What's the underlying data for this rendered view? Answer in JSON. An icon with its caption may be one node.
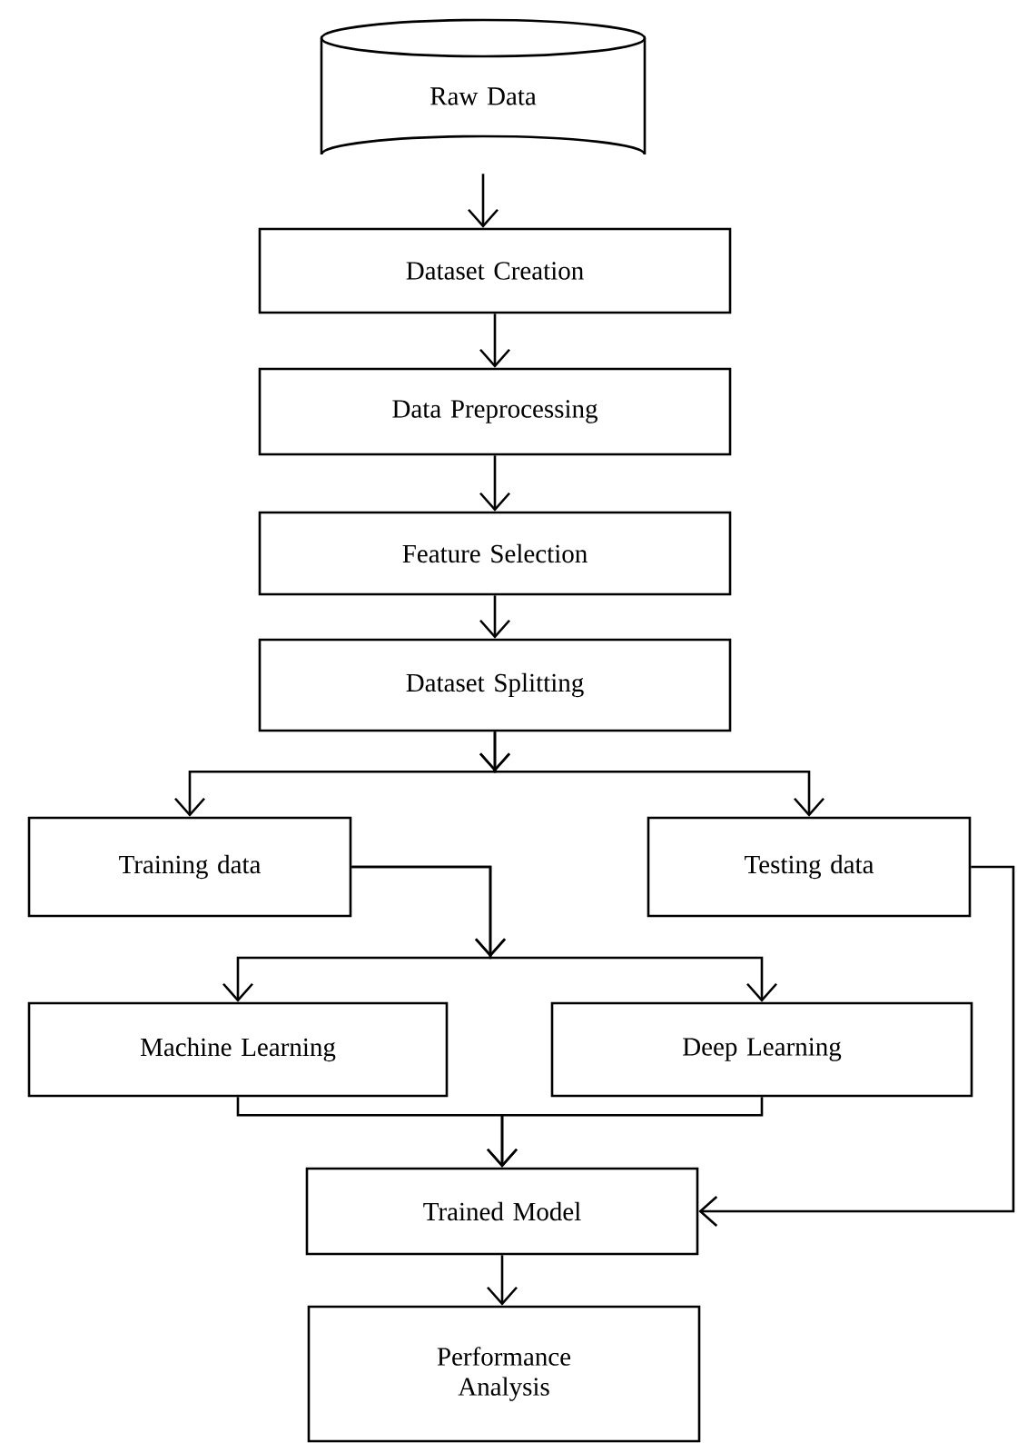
{
  "diagram": {
    "nodes": [
      {
        "text": [
          "Raw Data"
        ]
      },
      {
        "text": [
          "Dataset Creation"
        ]
      },
      {
        "text": [
          "Data Preprocessing"
        ]
      },
      {
        "text": [
          "Feature Selection"
        ]
      },
      {
        "text": [
          "Dataset Splitting"
        ]
      },
      {
        "text": [
          "Training data"
        ]
      },
      {
        "text": [
          "Testing data"
        ]
      },
      {
        "text": [
          "Machine Learning"
        ]
      },
      {
        "text": [
          "Deep Learning"
        ]
      },
      {
        "text": [
          "Trained Model"
        ]
      },
      {
        "text": [
          "Performance Analysis"
        ]
      }
    ],
    "edges": [
      {
        "from": 0,
        "to": 1,
        "arrow": "to"
      },
      {
        "from": 1,
        "to": 2,
        "arrow": "to"
      },
      {
        "from": 2,
        "to": 3,
        "arrow": "to"
      },
      {
        "from": 3,
        "to": 4,
        "arrow": "to"
      },
      {
        "from": 4,
        "to": 5,
        "arrow": "to"
      },
      {
        "from": 4,
        "to": 6,
        "arrow": "to"
      },
      {
        "from": 5,
        "to": 7,
        "arrow": "to"
      },
      {
        "from": 5,
        "to": 8,
        "arrow": "to"
      },
      {
        "from": 7,
        "to": 9,
        "arrow": "to"
      },
      {
        "from": 8,
        "to": 9,
        "arrow": "to"
      },
      {
        "from": 6,
        "to": 9,
        "arrow": "to"
      },
      {
        "from": 9,
        "to": 10,
        "arrow": "to"
      }
    ]
  }
}
